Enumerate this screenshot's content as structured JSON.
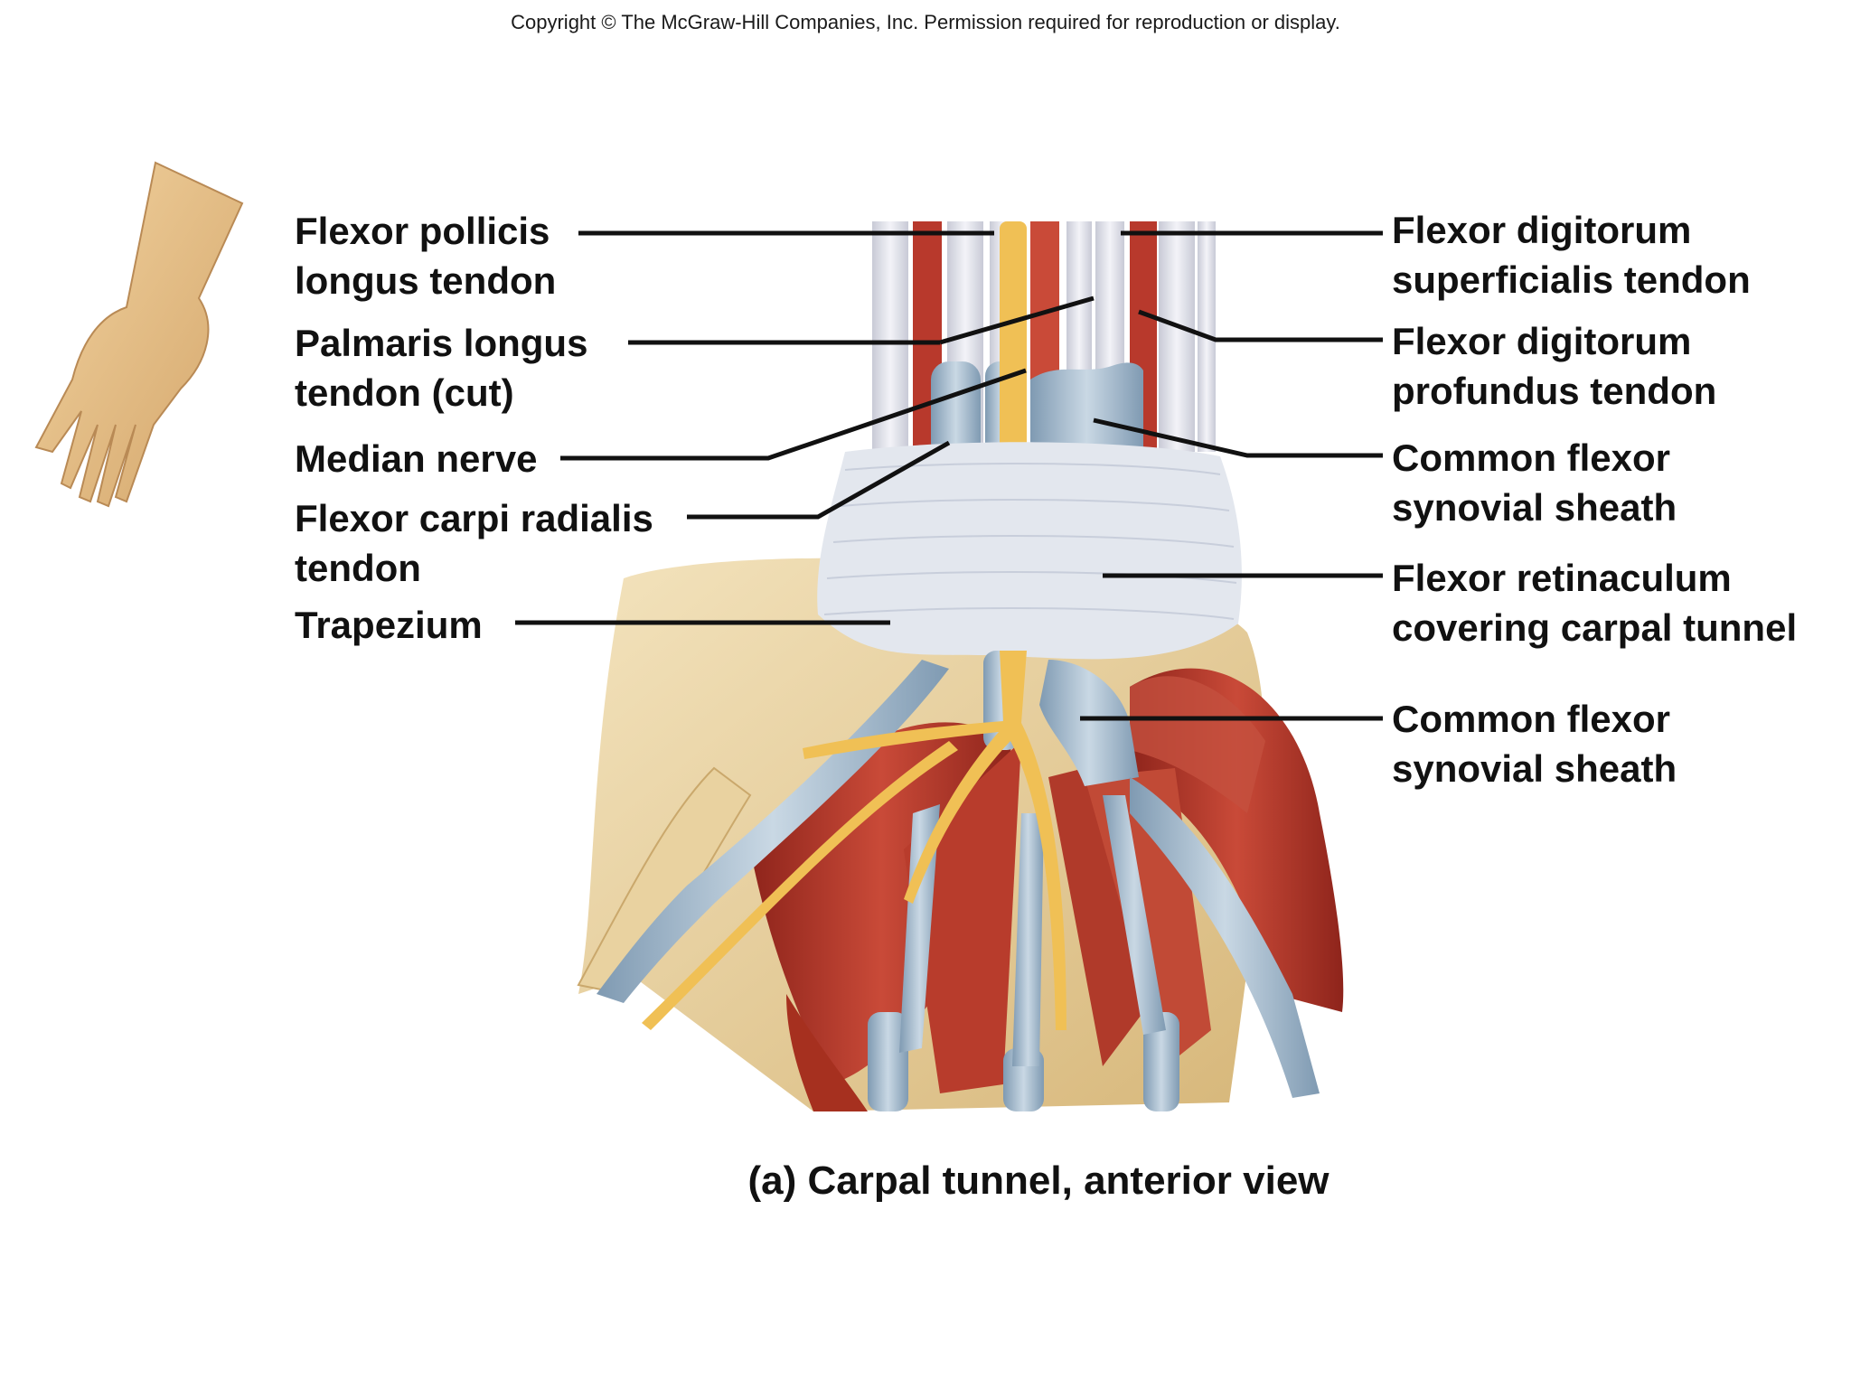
{
  "copyright": "Copyright © The McGraw-Hill Companies, Inc. Permission required for reproduction or display.",
  "caption": "(a) Carpal tunnel, anterior view",
  "labels": {
    "fpl": {
      "line1": "Flexor pollicis",
      "line2": "longus tendon"
    },
    "pl": {
      "line1": "Palmaris longus",
      "line2": "tendon (cut)"
    },
    "mn": {
      "line1": "Median nerve"
    },
    "fcr": {
      "line1": "Flexor carpi radialis",
      "line2": "tendon"
    },
    "trap": {
      "line1": "Trapezium"
    },
    "fds": {
      "line1": "Flexor digitorum",
      "line2": "superficialis tendon"
    },
    "fdp": {
      "line1": "Flexor digitorum",
      "line2": "profundus tendon"
    },
    "cfs1": {
      "line1": "Common flexor",
      "line2": "synovial sheath"
    },
    "fr": {
      "line1": "Flexor retinaculum",
      "line2": "covering carpal tunnel"
    },
    "cfs2": {
      "line1": "Common flexor",
      "line2": "synovial sheath"
    }
  },
  "colors": {
    "muscle": "#b8392c",
    "tendon": "#9fb8cc",
    "bone": "#e6cf9a",
    "nerve": "#f0c055",
    "retinaculum": "#e3e7ee",
    "skin": "#e8c48e"
  }
}
